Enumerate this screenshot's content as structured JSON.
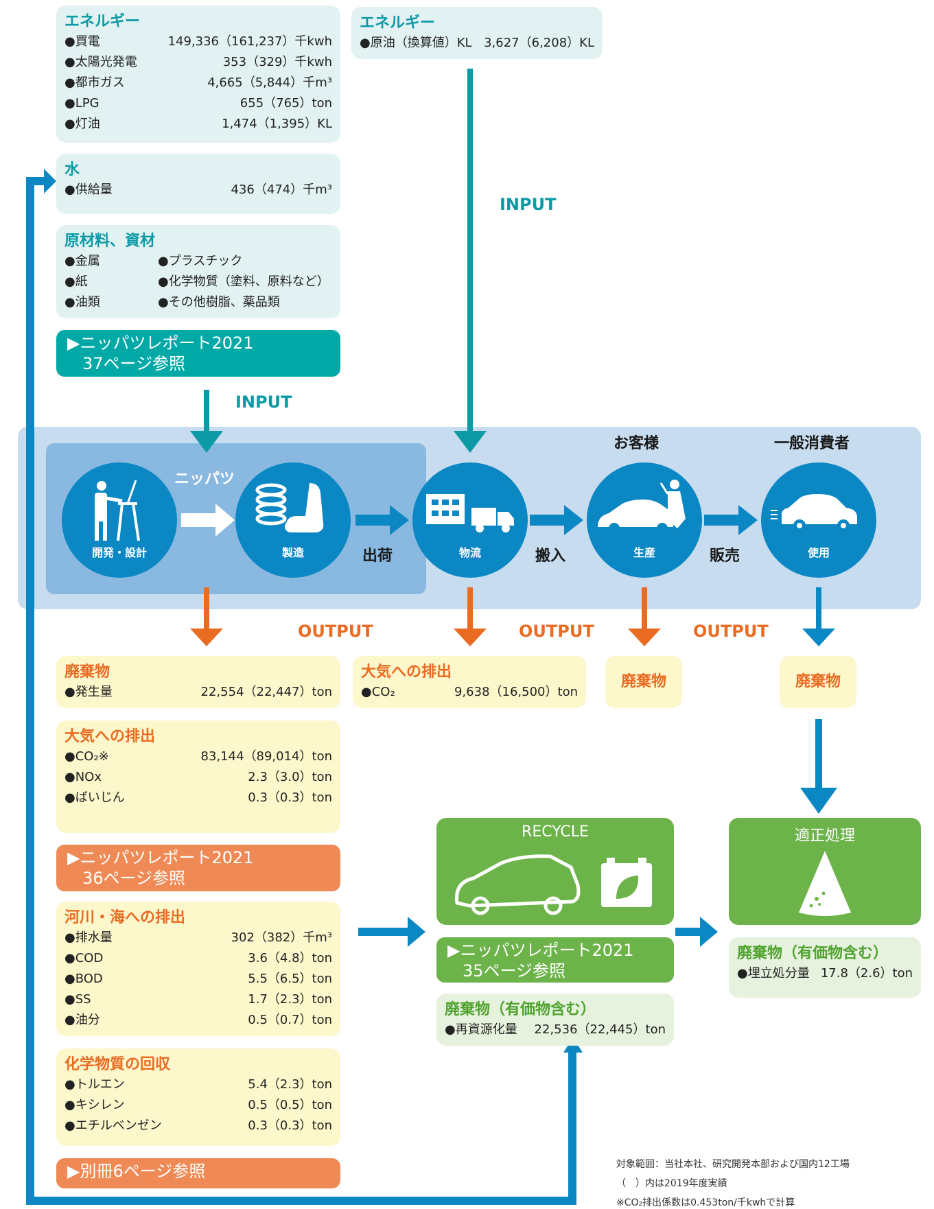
{
  "input_energy_left": {
    "title": "エネルギー",
    "rows": [
      {
        "label": "●買電",
        "value": "149,336（161,237）千kwh"
      },
      {
        "label": "●太陽光発電",
        "value": "353（329）千kwh"
      },
      {
        "label": "●都市ガス",
        "value": "4,665（5,844）千m³"
      },
      {
        "label": "●LPG",
        "value": "655（765）ton"
      },
      {
        "label": "●灯油",
        "value": "1,474（1,395）KL"
      }
    ]
  },
  "input_water": {
    "title": "水",
    "rows": [
      {
        "label": "●供給量",
        "value": "436（474）千m³"
      }
    ]
  },
  "input_materials": {
    "title": "原材料、資材",
    "left": [
      "●金属",
      "●紙",
      "●油類"
    ],
    "right": [
      "●プラスチック",
      "●化学物質（塗料、原料など）",
      "●その他樹脂、薬品類"
    ]
  },
  "ref_input": {
    "line1": "▶ニッパツレポート2021",
    "line2": "37ページ参照"
  },
  "input_energy_right": {
    "title": "エネルギー",
    "rows": [
      {
        "label": "●原油（換算値）KL",
        "value": "3,627（6,208）KL"
      }
    ]
  },
  "labels": {
    "input": "INPUT",
    "output": "OUTPUT",
    "nippatsu": "ニッパツ",
    "shipping": "出荷",
    "delivery": "搬入",
    "sales": "販売",
    "customer": "お客様",
    "consumer": "一般消費者"
  },
  "stages": {
    "design": "開発・設計",
    "manufacture": "製造",
    "logistics": "物流",
    "production": "生産",
    "use": "使用"
  },
  "output_waste": {
    "title": "廃棄物",
    "rows": [
      {
        "label": "●発生量",
        "value": "22,554（22,447）ton"
      }
    ]
  },
  "output_air": {
    "title": "大気への排出",
    "rows": [
      {
        "label": "●CO₂※",
        "value": "83,144（89,014）ton"
      },
      {
        "label": "●NOx",
        "value": "2.3（3.0）ton"
      },
      {
        "label": "●ばいじん",
        "value": "0.3（0.3）ton"
      }
    ]
  },
  "ref_output": {
    "line1": "▶ニッパツレポート2021",
    "line2": "36ページ参照"
  },
  "output_water": {
    "title": "河川・海への排出",
    "rows": [
      {
        "label": "●排水量",
        "value": "302（382）千m³"
      },
      {
        "label": "●COD",
        "value": "3.6（4.8）ton"
      },
      {
        "label": "●BOD",
        "value": "5.5（6.5）ton"
      },
      {
        "label": "●SS",
        "value": "1.7（2.3）ton"
      },
      {
        "label": "●油分",
        "value": "0.5（0.7）ton"
      }
    ]
  },
  "output_chem": {
    "title": "化学物質の回収",
    "rows": [
      {
        "label": "●トルエン",
        "value": "5.4（2.3）ton"
      },
      {
        "label": "●キシレン",
        "value": "0.5（0.5）ton"
      },
      {
        "label": "●エチルベンゼン",
        "value": "0.3（0.3）ton"
      }
    ]
  },
  "ref_separate": {
    "line1": "▶別冊6ページ参照"
  },
  "logistics_air": {
    "title": "大気への排出",
    "rows": [
      {
        "label": "●CO₂",
        "value": "9,638（16,500）ton"
      }
    ]
  },
  "customer_waste": {
    "title": "廃棄物"
  },
  "consumer_waste": {
    "title": "廃棄物"
  },
  "recycle": {
    "title": "RECYCLE",
    "ref_line1": "▶ニッパツレポート2021",
    "ref_line2": "35ページ参照",
    "waste_title": "廃棄物（有価物含む）",
    "waste_row_label": "●再資源化量",
    "waste_row_value": "22,536（22,445）ton"
  },
  "disposal": {
    "title": "適正処理",
    "waste_title": "廃棄物（有価物含む）",
    "waste_row_label": "●埋立処分量",
    "waste_row_value": "17.8（2.6）ton"
  },
  "notes": [
    "対象範囲：当社本社、研究開発本部および国内12工場",
    "（　）内は2019年度実績",
    "※CO₂排出係数は0.453ton/千kwhで計算"
  ],
  "colors": {
    "teal": "#0b9aa6",
    "orange": "#ea6b22",
    "blue": "#0b87c3",
    "green": "#6cb34a"
  }
}
